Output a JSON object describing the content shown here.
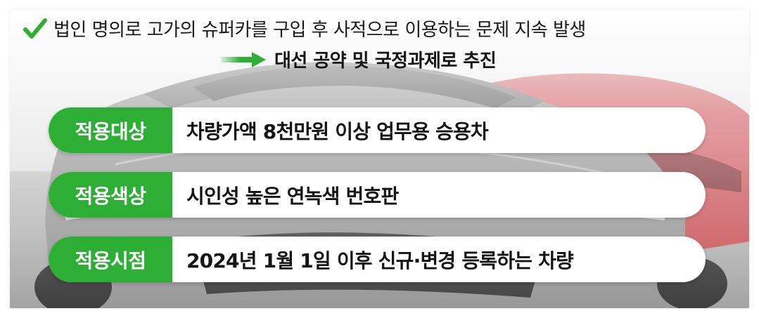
{
  "headline": {
    "text": "법인 명의로 고가의 슈퍼카를 구입 후 사적으로 이용하는 문제 지속 발생",
    "check_color": "#2dae35"
  },
  "subline": {
    "text": "대선 공약 및 국정과제로 추진",
    "arrow_color": "#2dae35"
  },
  "rows": [
    {
      "label": "적용대상",
      "value": "차량가액 8천만원 이상 업무용 승용차"
    },
    {
      "label": "적용색상",
      "value": "시인성 높은 연녹색 번호판"
    },
    {
      "label": "적용시점",
      "value": "2024년 1월 1일 이후 신규·변경 등록하는 차량"
    }
  ],
  "colors": {
    "accent_green": "#2dae35",
    "background_car_red": "#c8323a"
  }
}
